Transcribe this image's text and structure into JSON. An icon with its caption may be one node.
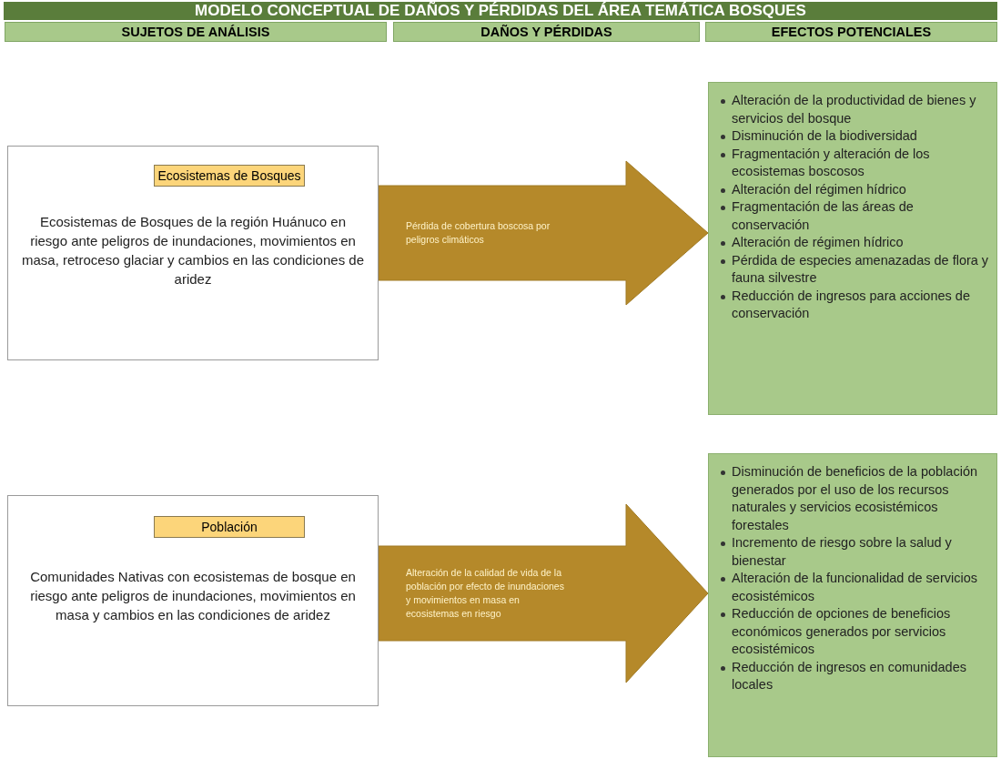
{
  "diagram": {
    "title": "MODELO CONCEPTUAL DE DAÑOS Y PÉRDIDAS DEL ÁREA TEMÁTICA BOSQUES",
    "nodes": [
      {
        "text": [
          "SUJETOS DE ANÁLISIS"
        ]
      },
      {
        "text": [
          "DAÑOS Y PÉRDIDAS"
        ]
      },
      {
        "text": [
          "EFECTOS POTENCIALES"
        ]
      },
      {
        "text": [
          "Ecosistemas de Bosques",
          "Ecosistemas de Bosques de la región Huánuco en riesgo ante peligros de inundaciones, movimientos en masa, retroceso glaciar y cambios en las condiciones de aridez"
        ]
      },
      {
        "text": [
          "Alteración de la productividad de bienes y servicios del bosque",
          "Disminución de la biodiversidad",
          "Fragmentación y alteración de los ecosistemas boscosos",
          "Alteración del régimen hídrico",
          "Fragmentación de las áreas de conservación",
          "Alteración de régimen hídrico",
          "Pérdida de especies amenazadas de flora y fauna silvestre",
          "Reducción de ingresos para acciones de conservación"
        ]
      },
      {
        "text": [
          "Población",
          "Comunidades Nativas con ecosistemas de bosque en riesgo ante peligros de inundaciones, movimientos en masa y cambios en las condiciones de aridez"
        ]
      },
      {
        "text": [
          "Disminución de beneficios de la población generados por el uso de los recursos naturales y servicios ecosistémicos forestales",
          "Incremento de riesgo sobre la salud y bienestar",
          "Alteración de la funcionalidad de servicios ecosistémicos",
          "Reducción de opciones de beneficios económicos generados por servicios ecosistémicos",
          "Reducción de ingresos en comunidades locales"
        ]
      }
    ],
    "edges": [
      {
        "from": 3,
        "to": 4,
        "arrow": "to",
        "label": "Pérdida de cobertura boscosa por peligros climáticos"
      },
      {
        "from": 5,
        "to": 6,
        "arrow": "to",
        "label": "Alteración de la calidad de vida de la población por efecto de inundaciones y movimientos en masa en ecosistemas en riesgo"
      }
    ]
  }
}
